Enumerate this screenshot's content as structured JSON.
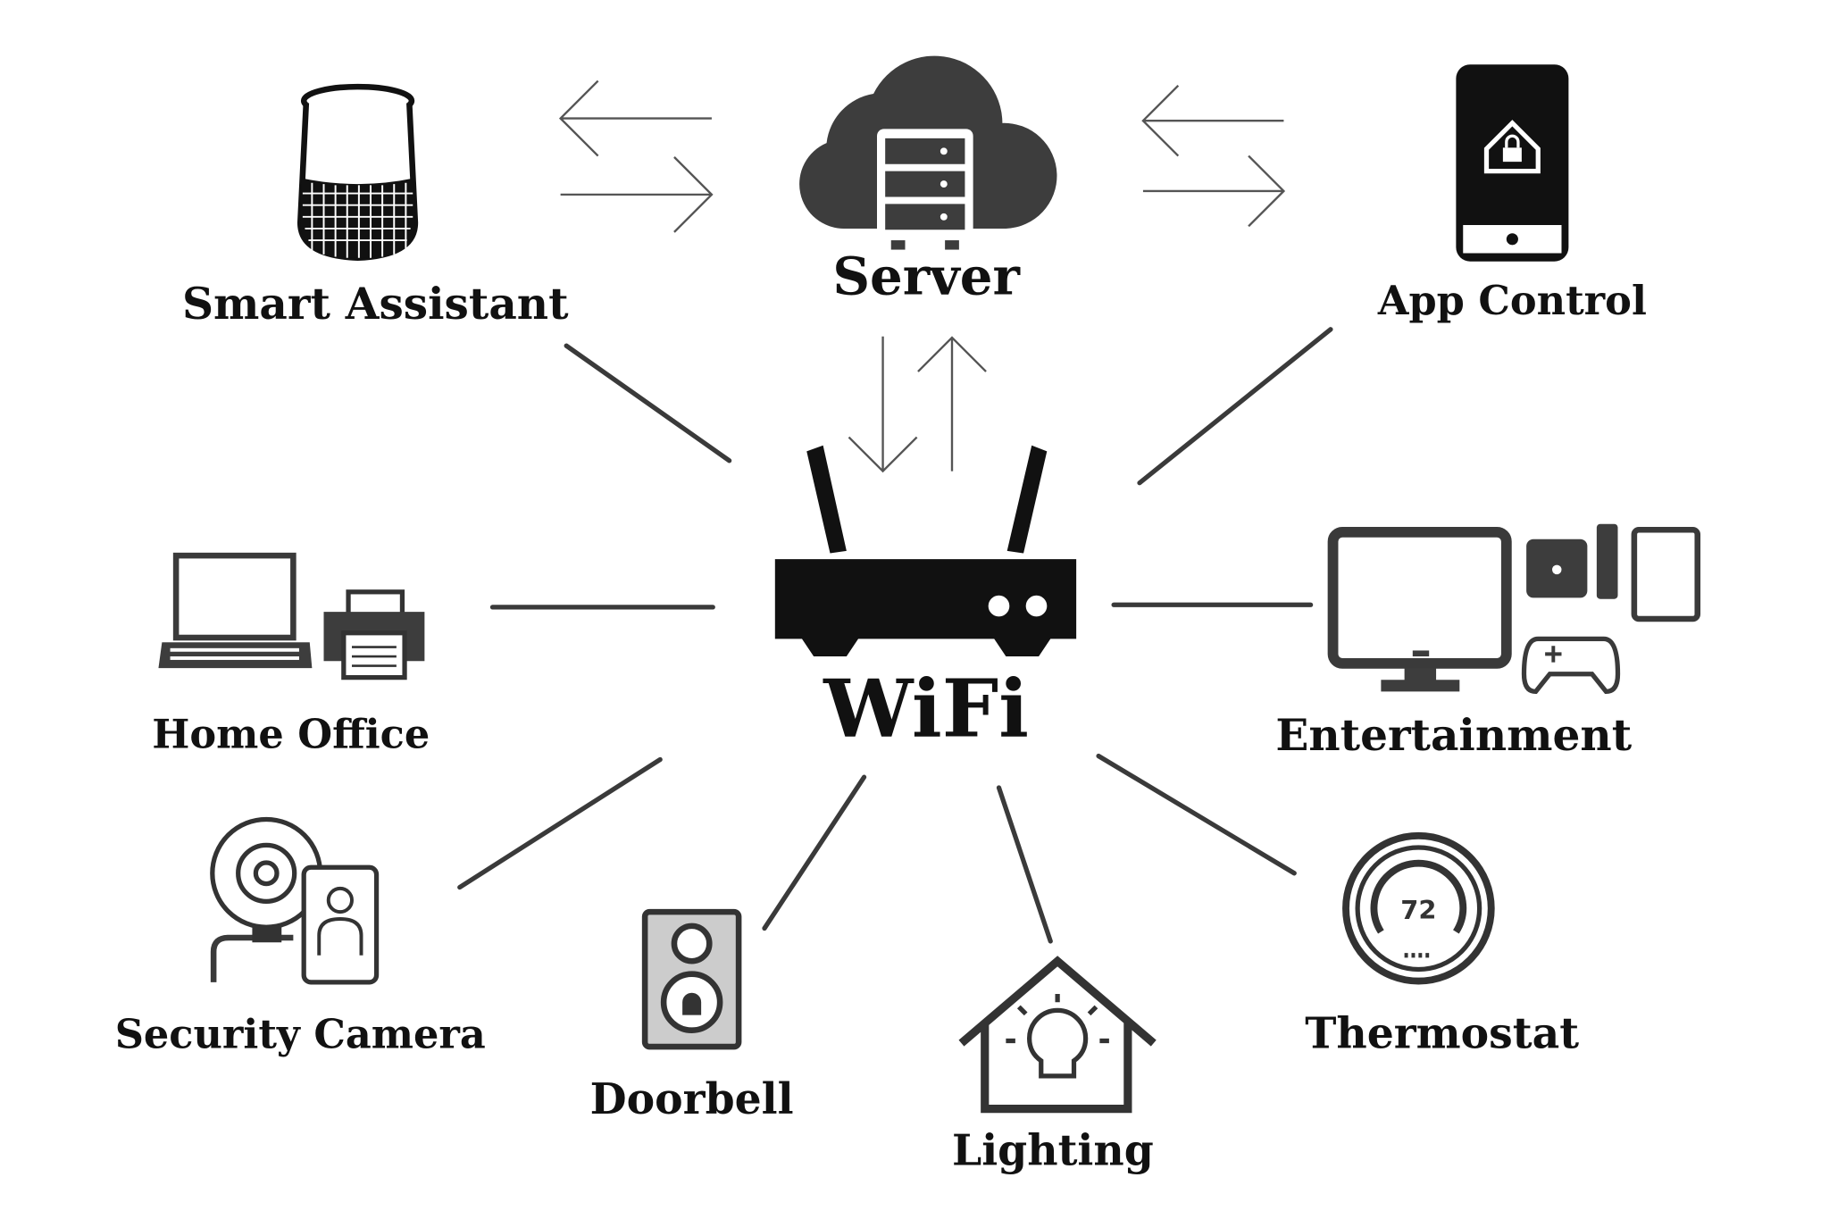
{
  "center": {
    "label": "WiFi"
  },
  "nodes": {
    "smart_assistant": "Smart Assistant",
    "server": "Server",
    "app_control": "App Control",
    "home_office": "Home Office",
    "entertainment": "Entertainment",
    "security_camera": "Security Camera",
    "doorbell": "Doorbell",
    "lighting": "Lighting",
    "thermostat": "Thermostat"
  },
  "thermostat_display": "72",
  "colors": {
    "ink": "#111111",
    "icon_gray": "#3d3d3d",
    "line": "#3a3a3a"
  }
}
